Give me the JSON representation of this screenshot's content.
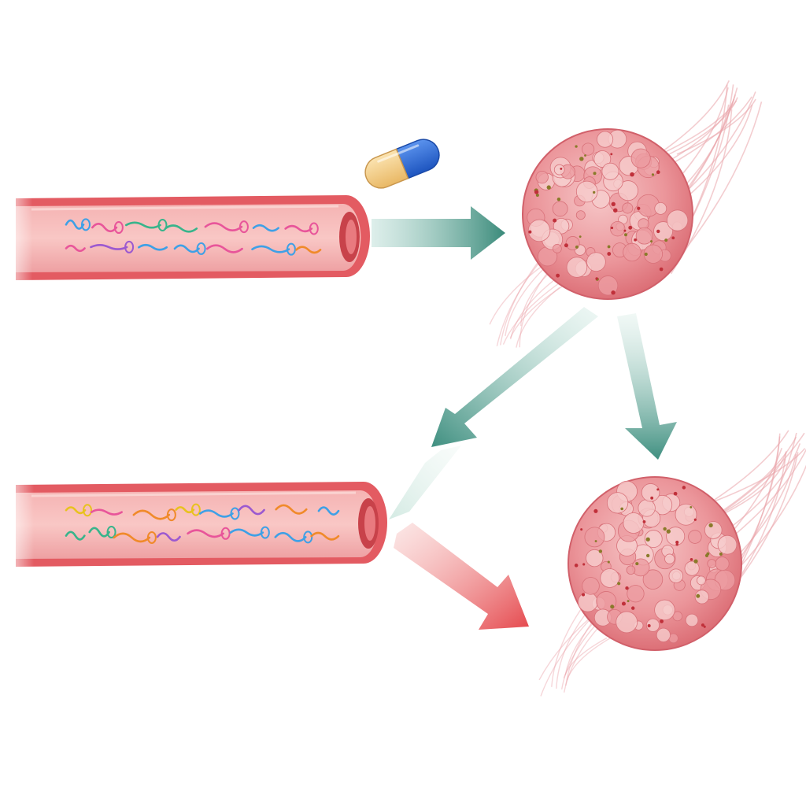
{
  "diagram": {
    "kind": "illustration",
    "background": "#ffffff",
    "colors": {
      "vessel_wall": "#e0545c",
      "vessel_lumen": "#f3a7a8",
      "tumor": "#e98d92",
      "tumor_highlight": "#f6c9c9",
      "arrow_teal": "#3f8f80",
      "arrow_red": "#e5484d",
      "capsule_blue": "#2f6fdc",
      "capsule_cream": "#f4cf8c",
      "fragment_colors": [
        "#e8c21f",
        "#3ea0e6",
        "#9b59d0",
        "#e8559a",
        "#38b48b",
        "#f08a2a"
      ]
    },
    "elements": [
      {
        "id": "capsule",
        "icon": "drug-capsule-icon"
      },
      {
        "id": "vessel-top",
        "icon": "blood-vessel-icon",
        "contents": "circulating-dna-fragments"
      },
      {
        "id": "tumor-top",
        "icon": "tumor-icon"
      },
      {
        "id": "vessel-bottom",
        "icon": "blood-vessel-icon",
        "contents": "circulating-dna-fragments"
      },
      {
        "id": "tumor-bottom",
        "icon": "tumor-icon"
      }
    ],
    "arrows": [
      {
        "from": "vessel-top",
        "to": "tumor-top",
        "color": "arrow_teal"
      },
      {
        "from": "tumor-top",
        "to": "vessel-bottom",
        "color": "arrow_teal"
      },
      {
        "from": "tumor-top",
        "to": "tumor-bottom",
        "color": "arrow_teal"
      },
      {
        "from": "vessel-bottom",
        "to": "tumor-bottom",
        "color": "arrow_red"
      }
    ]
  }
}
